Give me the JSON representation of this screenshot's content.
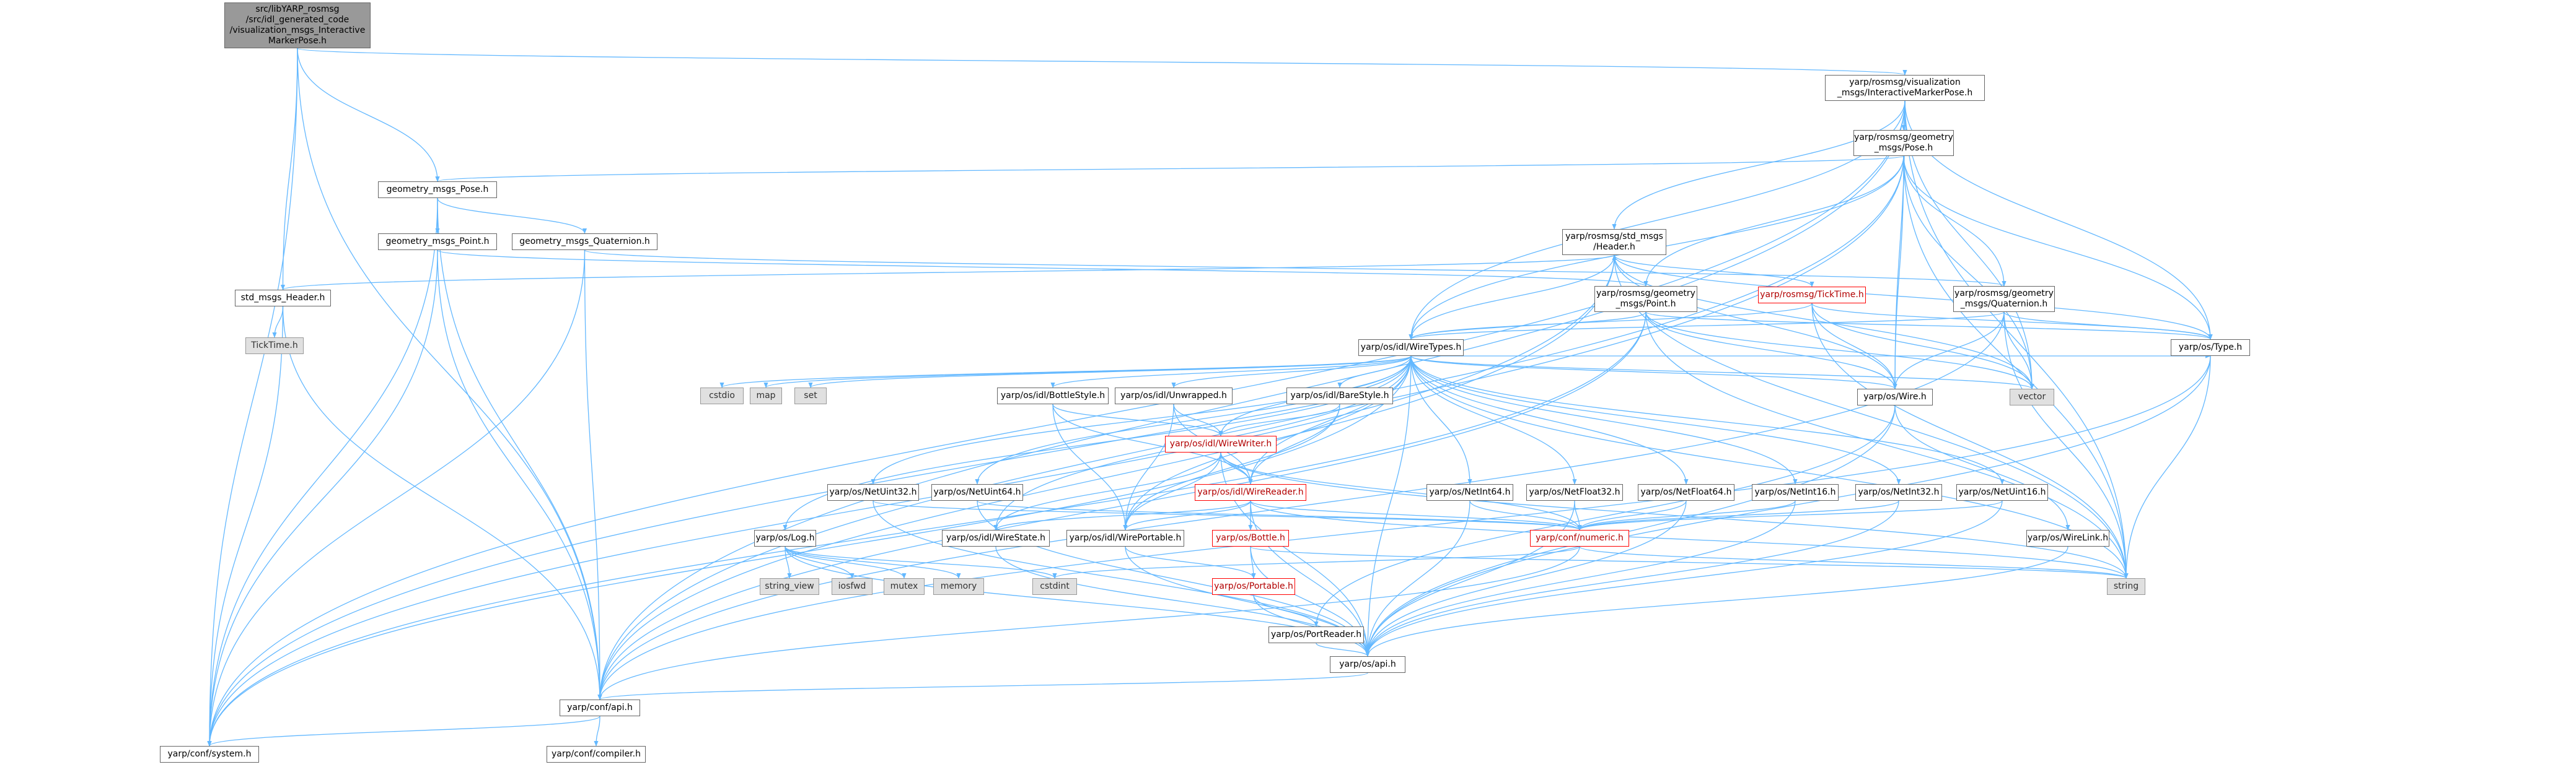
{
  "colors": {
    "edge": "#63b8ff",
    "node_border": "#666666",
    "system_fill": "#e0e0e0",
    "root_fill": "#999999",
    "incomplete_border": "#ff0000"
  },
  "nodes": {
    "root": "src/libYARP_rosmsg\n/src/idl_generated_code\n/visualization_msgs_Interactive\nMarkerPose.h",
    "vis_imp": "yarp/rosmsg/visualization\n_msgs/InteractiveMarkerPose.h",
    "geo_pose": "yarp/rosmsg/geometry\n_msgs/Pose.h",
    "gm_pose": "geometry_msgs_Pose.h",
    "gm_point": "geometry_msgs_Point.h",
    "gm_quat": "geometry_msgs_Quaternion.h",
    "std_header": "yarp/rosmsg/std_msgs\n/Header.h",
    "std_msgs_header": "std_msgs_Header.h",
    "ticktime_plain": "TickTime.h",
    "geo_point": "yarp/rosmsg/geometry\n_msgs/Point.h",
    "ticktime": "yarp/rosmsg/TickTime.h",
    "geo_quat": "yarp/rosmsg/geometry\n_msgs/Quaternion.h",
    "wiretypes": "yarp/os/idl/WireTypes.h",
    "type": "yarp/os/Type.h",
    "wire": "yarp/os/Wire.h",
    "vector": "vector",
    "cstdio": "cstdio",
    "map": "map",
    "set": "set",
    "bottlestyle": "yarp/os/idl/BottleStyle.h",
    "unwrapped": "yarp/os/idl/Unwrapped.h",
    "barestyle": "yarp/os/idl/BareStyle.h",
    "wirewriter": "yarp/os/idl/WireWriter.h",
    "wirereader": "yarp/os/idl/WireReader.h",
    "netuint32": "yarp/os/NetUint32.h",
    "netuint64": "yarp/os/NetUint64.h",
    "netint64": "yarp/os/NetInt64.h",
    "netfloat32": "yarp/os/NetFloat32.h",
    "netfloat64": "yarp/os/NetFloat64.h",
    "netint16": "yarp/os/NetInt16.h",
    "netint32": "yarp/os/NetInt32.h",
    "netuint16": "yarp/os/NetUint16.h",
    "numeric": "yarp/conf/numeric.h",
    "log": "yarp/os/Log.h",
    "wirestate": "yarp/os/idl/WireState.h",
    "wireportable": "yarp/os/idl/WirePortable.h",
    "bottle": "yarp/os/Bottle.h",
    "portable": "yarp/os/Portable.h",
    "portreader": "yarp/os/PortReader.h",
    "wirelink": "yarp/os/WireLink.h",
    "string_view": "string_view",
    "iosfwd": "iosfwd",
    "mutex": "mutex",
    "memory": "memory",
    "cstdint": "cstdint",
    "string": "string",
    "api_os": "yarp/os/api.h",
    "api_conf": "yarp/conf/api.h",
    "system": "yarp/conf/system.h",
    "compiler": "yarp/conf/compiler.h"
  }
}
